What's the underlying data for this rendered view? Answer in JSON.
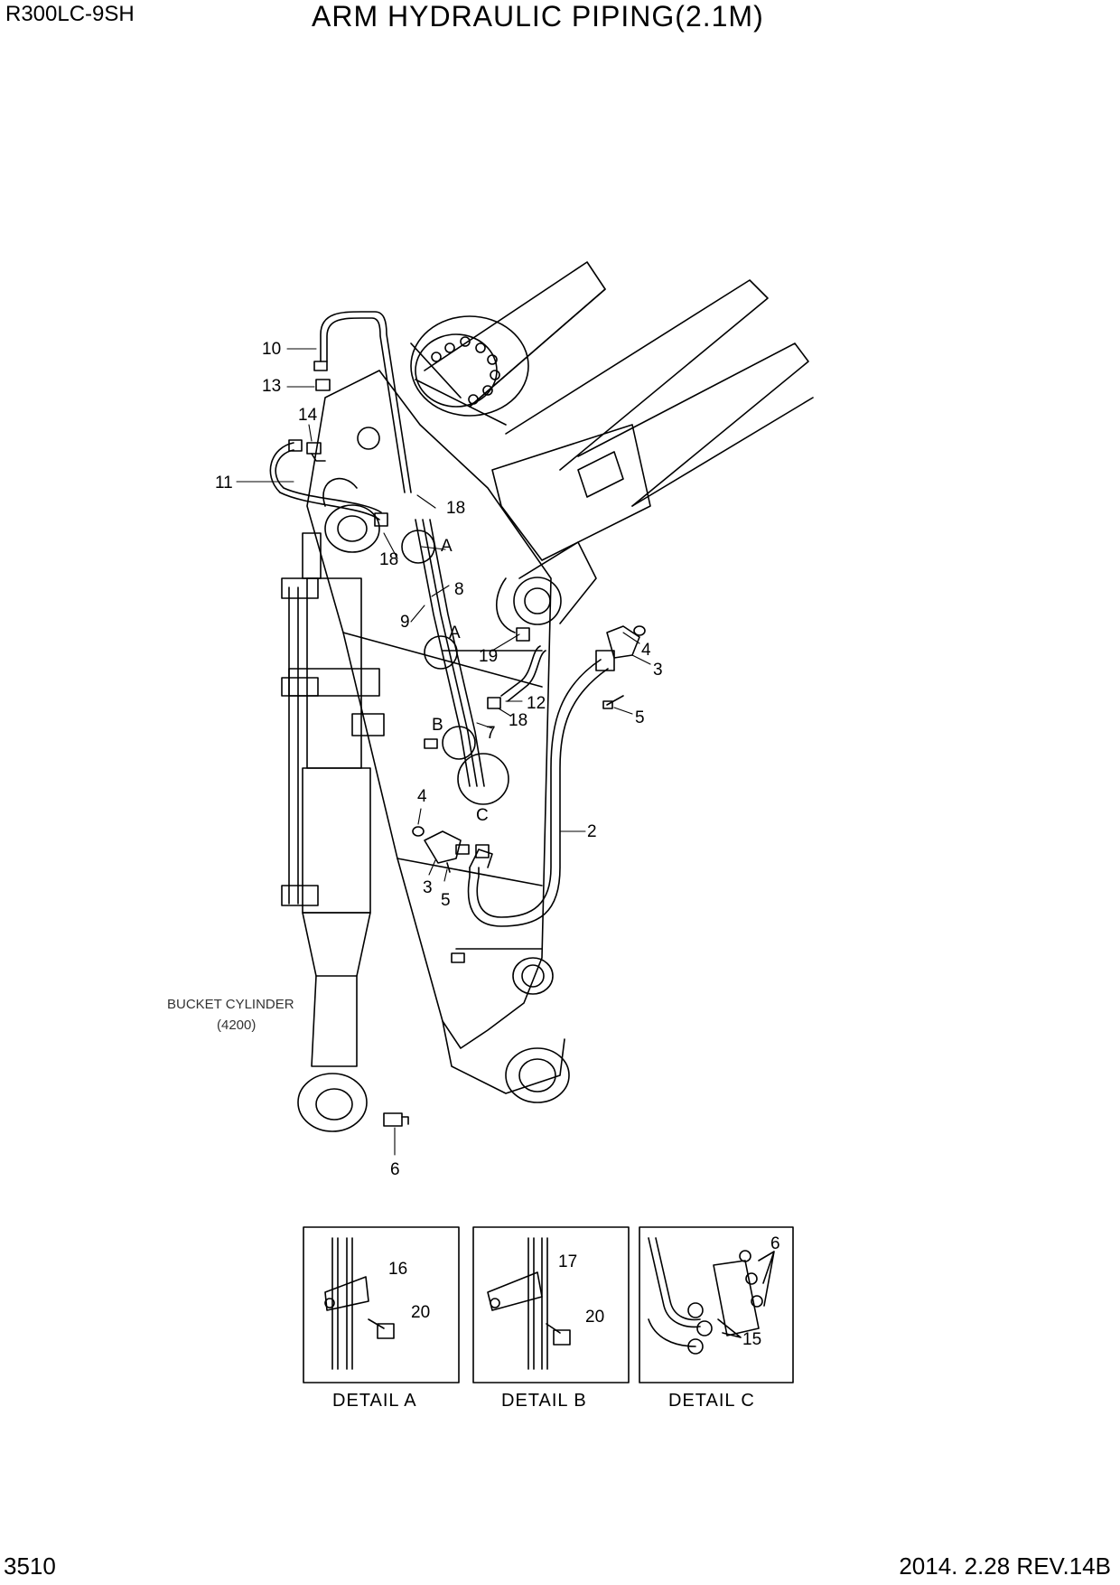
{
  "header": {
    "model": "R300LC-9SH",
    "title": "ARM HYDRAULIC PIPING(2.1M)"
  },
  "footer": {
    "page_number": "3510",
    "revision": "2014. 2.28  REV.14B"
  },
  "callouts": {
    "c10": "10",
    "c13": "13",
    "c14": "14",
    "c11": "11",
    "c18a": "18",
    "c18b": "18",
    "c18c": "18",
    "cA1": "A",
    "cA2": "A",
    "c8": "8",
    "c9": "9",
    "c19": "19",
    "c12": "12",
    "c4a": "4",
    "c3a": "3",
    "c5a": "5",
    "cB": "B",
    "c7": "7",
    "cC": "C",
    "c2": "2",
    "c4b": "4",
    "c3b": "3",
    "c5b": "5",
    "c6": "6"
  },
  "cylinder_note": {
    "line1": "BUCKET CYLINDER",
    "line2": "(4200)"
  },
  "details": {
    "a": {
      "label": "DETAIL  A",
      "p1": "16",
      "p2": "20"
    },
    "b": {
      "label": "DETAIL  B",
      "p1": "17",
      "p2": "20"
    },
    "c": {
      "label": "DETAIL  C",
      "p1": "6",
      "p2": "15"
    }
  }
}
